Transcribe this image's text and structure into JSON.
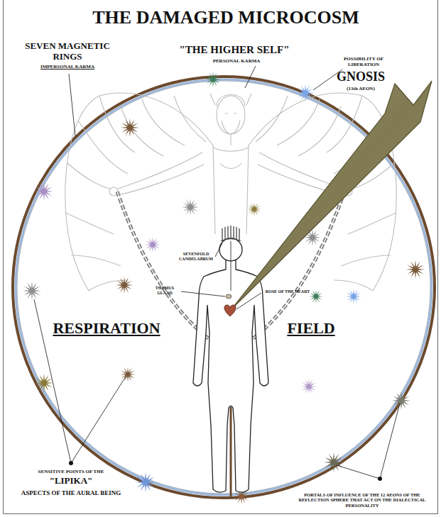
{
  "diagram": {
    "title": "THE DAMAGED MICROCOSM",
    "labels": [
      "SEVEN MAGNETIC RINGS",
      "IMPERSONAL KARMA",
      "\"THE HIGHER SELF\"",
      "PERSONAL KARMA",
      "POSSIBILITY OF LIBERATION",
      "GNOSIS",
      "(13th AEON)",
      "SEVENFOLD CANDELABRUM",
      "ROSE OF THE HEART",
      "THYMUS GLAND",
      "RESPIRATION",
      "FIELD",
      "SENSITIVE POINTS OF THE",
      "\"LIPIKA\"",
      "ASPECTS OF THE AURAL BEING",
      "PORTALS OF INFLUENCE OF THE 12 AEONS OF THE REFLECTION SPHERE THAT ACT ON THE DIALECTICAL PERSONALITY"
    ]
  }
}
